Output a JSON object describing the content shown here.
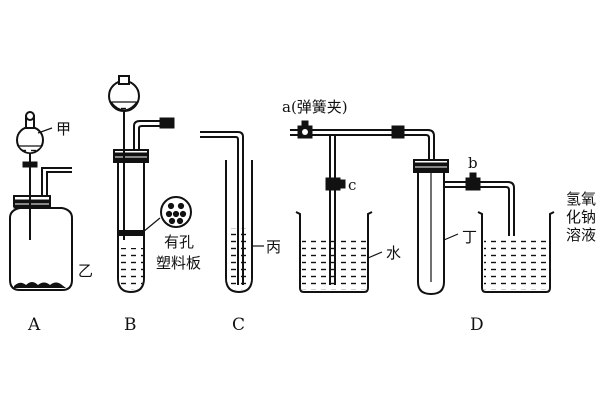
{
  "labels": {
    "funnel_jia": "甲",
    "yi": "乙",
    "perforated_plate": "有孔\n塑料板",
    "bing": "丙",
    "water": "水",
    "ding": "丁",
    "clip_a": "a(弹簧夹)",
    "clip_b": "b",
    "clip_c": "c",
    "naoh_solution": "氢氧化钠溶液"
  },
  "apparatus": [
    "A",
    "B",
    "C",
    "D"
  ]
}
